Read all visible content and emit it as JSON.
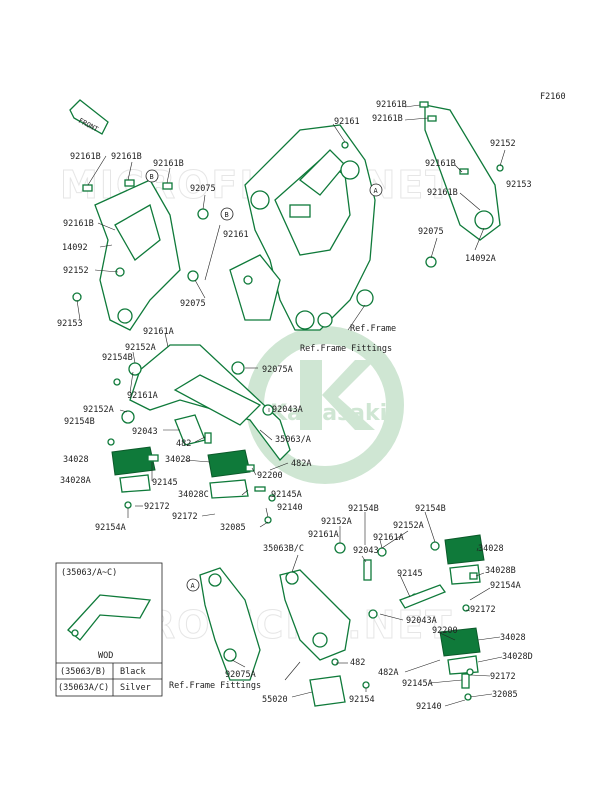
{
  "figure_code": "F2160",
  "front_label": "FRONT",
  "watermark": {
    "text": "MICROFICHE.NET",
    "brand": "Kawasaki"
  },
  "callouts": {
    "A": "A",
    "B": "B"
  },
  "labels": {
    "p92161B_a": "92161B",
    "p92161B_b": "92161B",
    "p92161B_c": "92161B",
    "p92161B_d": "92161B",
    "p92161B_e": "92161B",
    "p92161B_f": "92161B",
    "p92161B_g": "92161B",
    "p92161_a": "92161",
    "p92161_b": "92161",
    "p92152_a": "92152",
    "p92153_a": "92153",
    "p92152_b": "92152",
    "p92153_b": "92153",
    "p92075_a": "92075",
    "p92075_b": "92075",
    "p92075_c": "92075",
    "p14092": "14092",
    "p14092A": "14092A",
    "refframe": "Ref.Frame",
    "refframefit_top": "Ref.Frame Fittings",
    "p92161A_a": "92161A",
    "p92152A_a": "92152A",
    "p92154B_a": "92154B",
    "p92075A_a": "92075A",
    "p92161A_b": "92161A",
    "p92152A_b": "92152A",
    "p92043A_a": "92043A",
    "p92154B_b": "92154B",
    "p92043_a": "92043",
    "p482_a": "482",
    "p35063A": "35063/A",
    "p34028_a": "34028",
    "p34028_b": "34028",
    "p482A_a": "482A",
    "p92200_a": "92200",
    "p34028A": "34028A",
    "p92145_a": "92145",
    "p34028C": "34028C",
    "p92145A_a": "92145A",
    "p92172_a": "92172",
    "p92172_b": "92172",
    "p92140_a": "92140",
    "p92154A_a": "92154A",
    "p32085_a": "32085",
    "p92154B_c": "92154B",
    "p92154B_d": "92154B",
    "p92152A_c": "92152A",
    "p92152A_d": "92152A",
    "p35063BC": "35063B/C",
    "p92043_b": "92043",
    "p92161A_c": "92161A",
    "p34028_c": "34028",
    "p92145_b": "92145",
    "p34028B": "34028B",
    "p92154A_b": "92154A",
    "p92172_c": "92172",
    "p92043A_b": "92043A",
    "p92200_b": "92200",
    "p34028_d": "34028",
    "p34028D": "34028D",
    "p482_b": "482",
    "p482A_b": "482A",
    "p92172_d": "92172",
    "p92075A_b": "92075A",
    "refframefit_bottom": "Ref.Frame Fittings",
    "p92145A_b": "92145A",
    "p55020": "55020",
    "p92154_a": "92154",
    "p92140_b": "92140",
    "p32085_b": "32085"
  },
  "inset": {
    "title": "(35063/A~C)",
    "code": "WOD",
    "rows": [
      {
        "part": "(35063/B)",
        "color": "Black"
      },
      {
        "part": "(35063A/C)",
        "color": "Silver"
      }
    ]
  },
  "colors": {
    "part_stroke": "#0f7a3a",
    "watermark": "#cfe6d3"
  }
}
